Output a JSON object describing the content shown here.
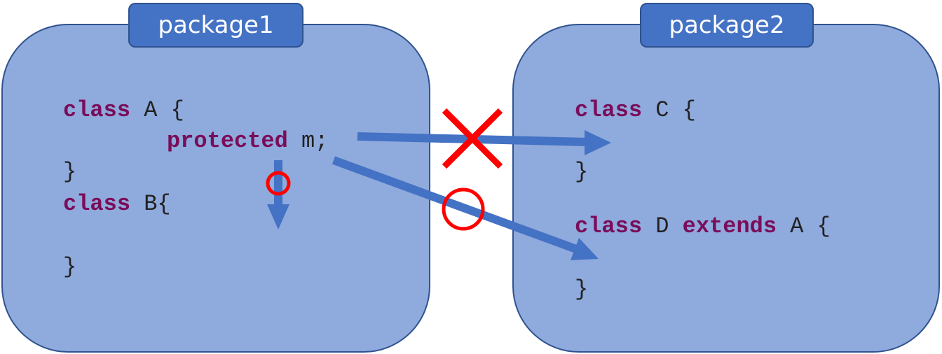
{
  "package1": {
    "label": "package1",
    "lines": {
      "l1_kw": "class",
      "l1_rest": " A {",
      "l2_kw": "protected",
      "l2_rest": " m;",
      "l3": "}",
      "l4_kw": "class",
      "l4_rest": " B{",
      "l5": "}"
    }
  },
  "package2": {
    "label": "package2",
    "lines": {
      "l1_kw": "class",
      "l1_rest": " C {",
      "l2": "}",
      "l3_kw": "class",
      "l3_mid": " D ",
      "l3_kw2": "extends",
      "l3_rest": " A {",
      "l4": "}"
    }
  },
  "colors": {
    "package_fill": "#8faadc",
    "package_border": "#2f528f",
    "tab_fill": "#4472c4",
    "keyword": "#7a0d5a",
    "arrow": "#4472c4",
    "denied_mark": "#ff0000",
    "allowed_mark": "#ff0000"
  },
  "marks": {
    "to_class_c": "cross-mark",
    "to_class_b": "circle-mark",
    "to_class_d": "circle-mark"
  }
}
